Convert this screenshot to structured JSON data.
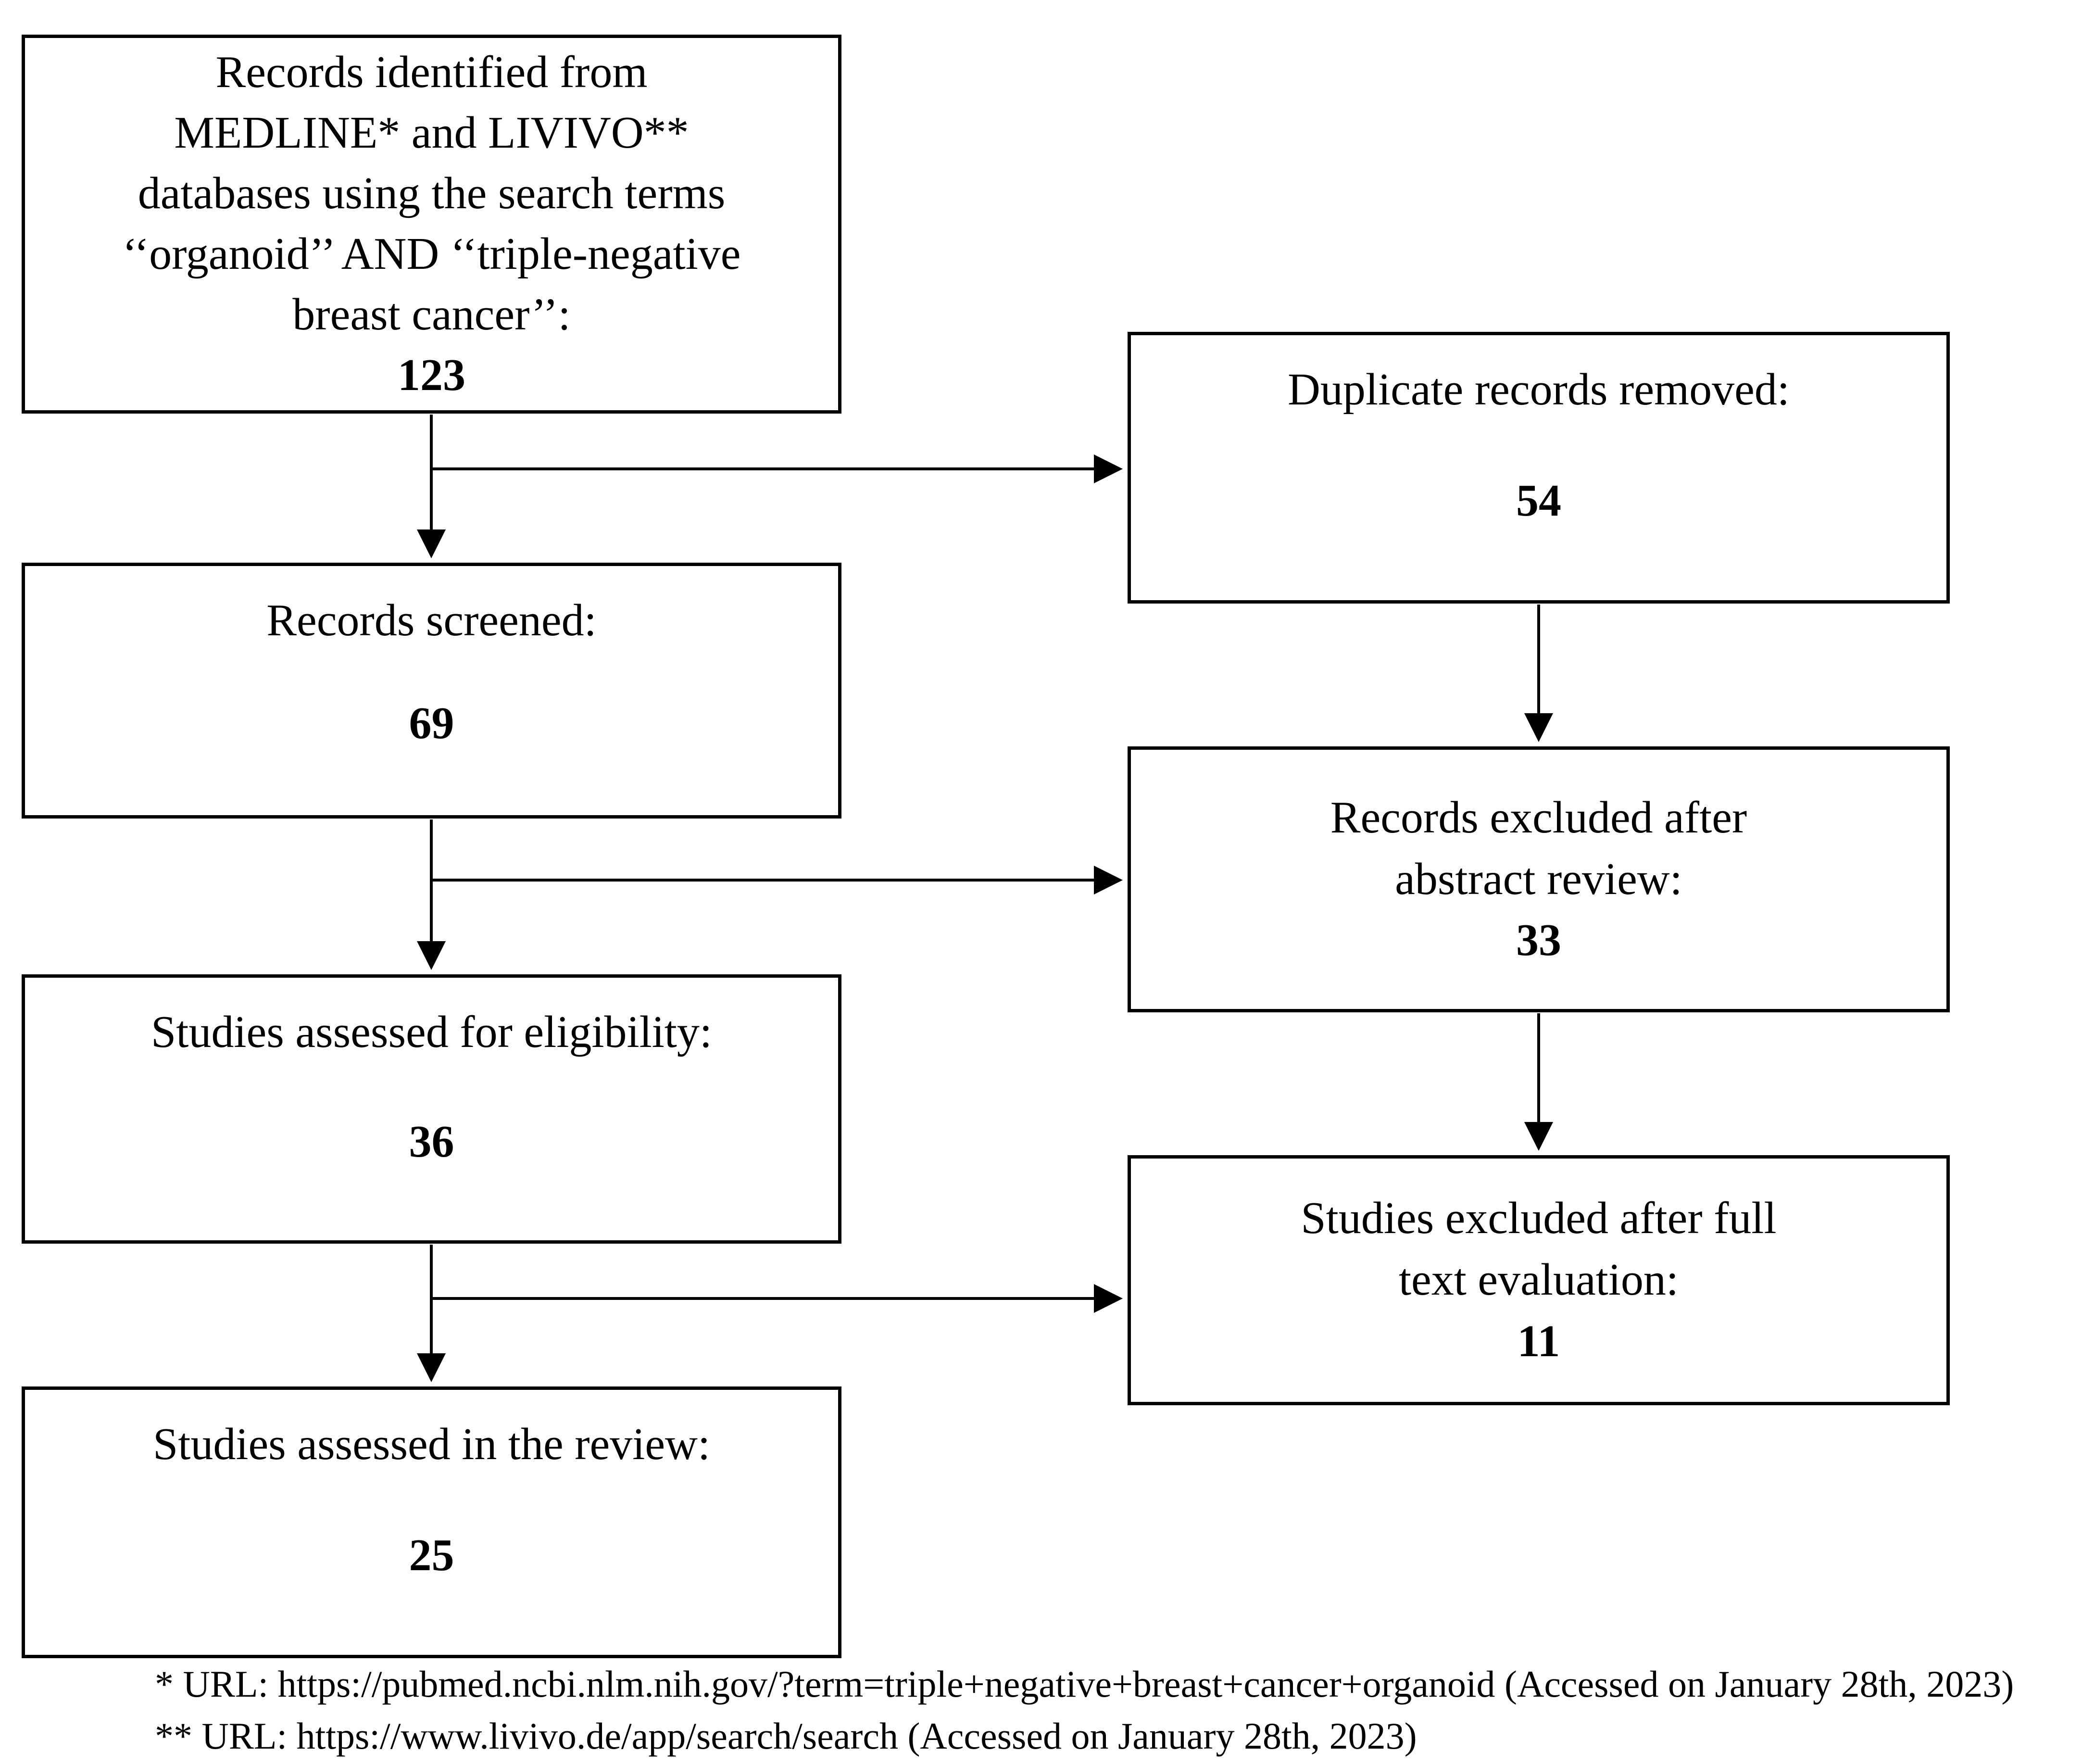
{
  "diagram": {
    "boxes": [
      {
        "id": "records-identified",
        "label": "Records identified from\nMEDLINE* and LIVIVO**\ndatabases using the search terms\n‘‘organoid’’ AND ‘‘triple-negative\nbreast cancer’’:",
        "count": "123"
      },
      {
        "id": "duplicate-records-removed",
        "label": "Duplicate records removed:",
        "count": "54"
      },
      {
        "id": "records-screened",
        "label": "Records screened:",
        "count": "69"
      },
      {
        "id": "records-excluded-abstract",
        "label": "Records excluded after\nabstract review:",
        "count": "33"
      },
      {
        "id": "studies-assessed-eligibility",
        "label": "Studies assessed for eligibility:",
        "count": "36"
      },
      {
        "id": "studies-excluded-fulltext",
        "label": "Studies excluded after full\ntext evaluation:",
        "count": "11"
      },
      {
        "id": "studies-assessed-review",
        "label": "Studies assessed in the review:",
        "count": "25"
      }
    ],
    "footnotes": [
      "* URL: https://pubmed.ncbi.nlm.nih.gov/?term=triple+negative+breast+cancer+organoid (Accessed on January 28th, 2023)",
      "** URL: https://www.livivo.de/app/search/search (Accessed on January 28th, 2023)"
    ],
    "colors": {
      "background": "#ffffff",
      "border": "#000000",
      "text": "#000000"
    }
  }
}
